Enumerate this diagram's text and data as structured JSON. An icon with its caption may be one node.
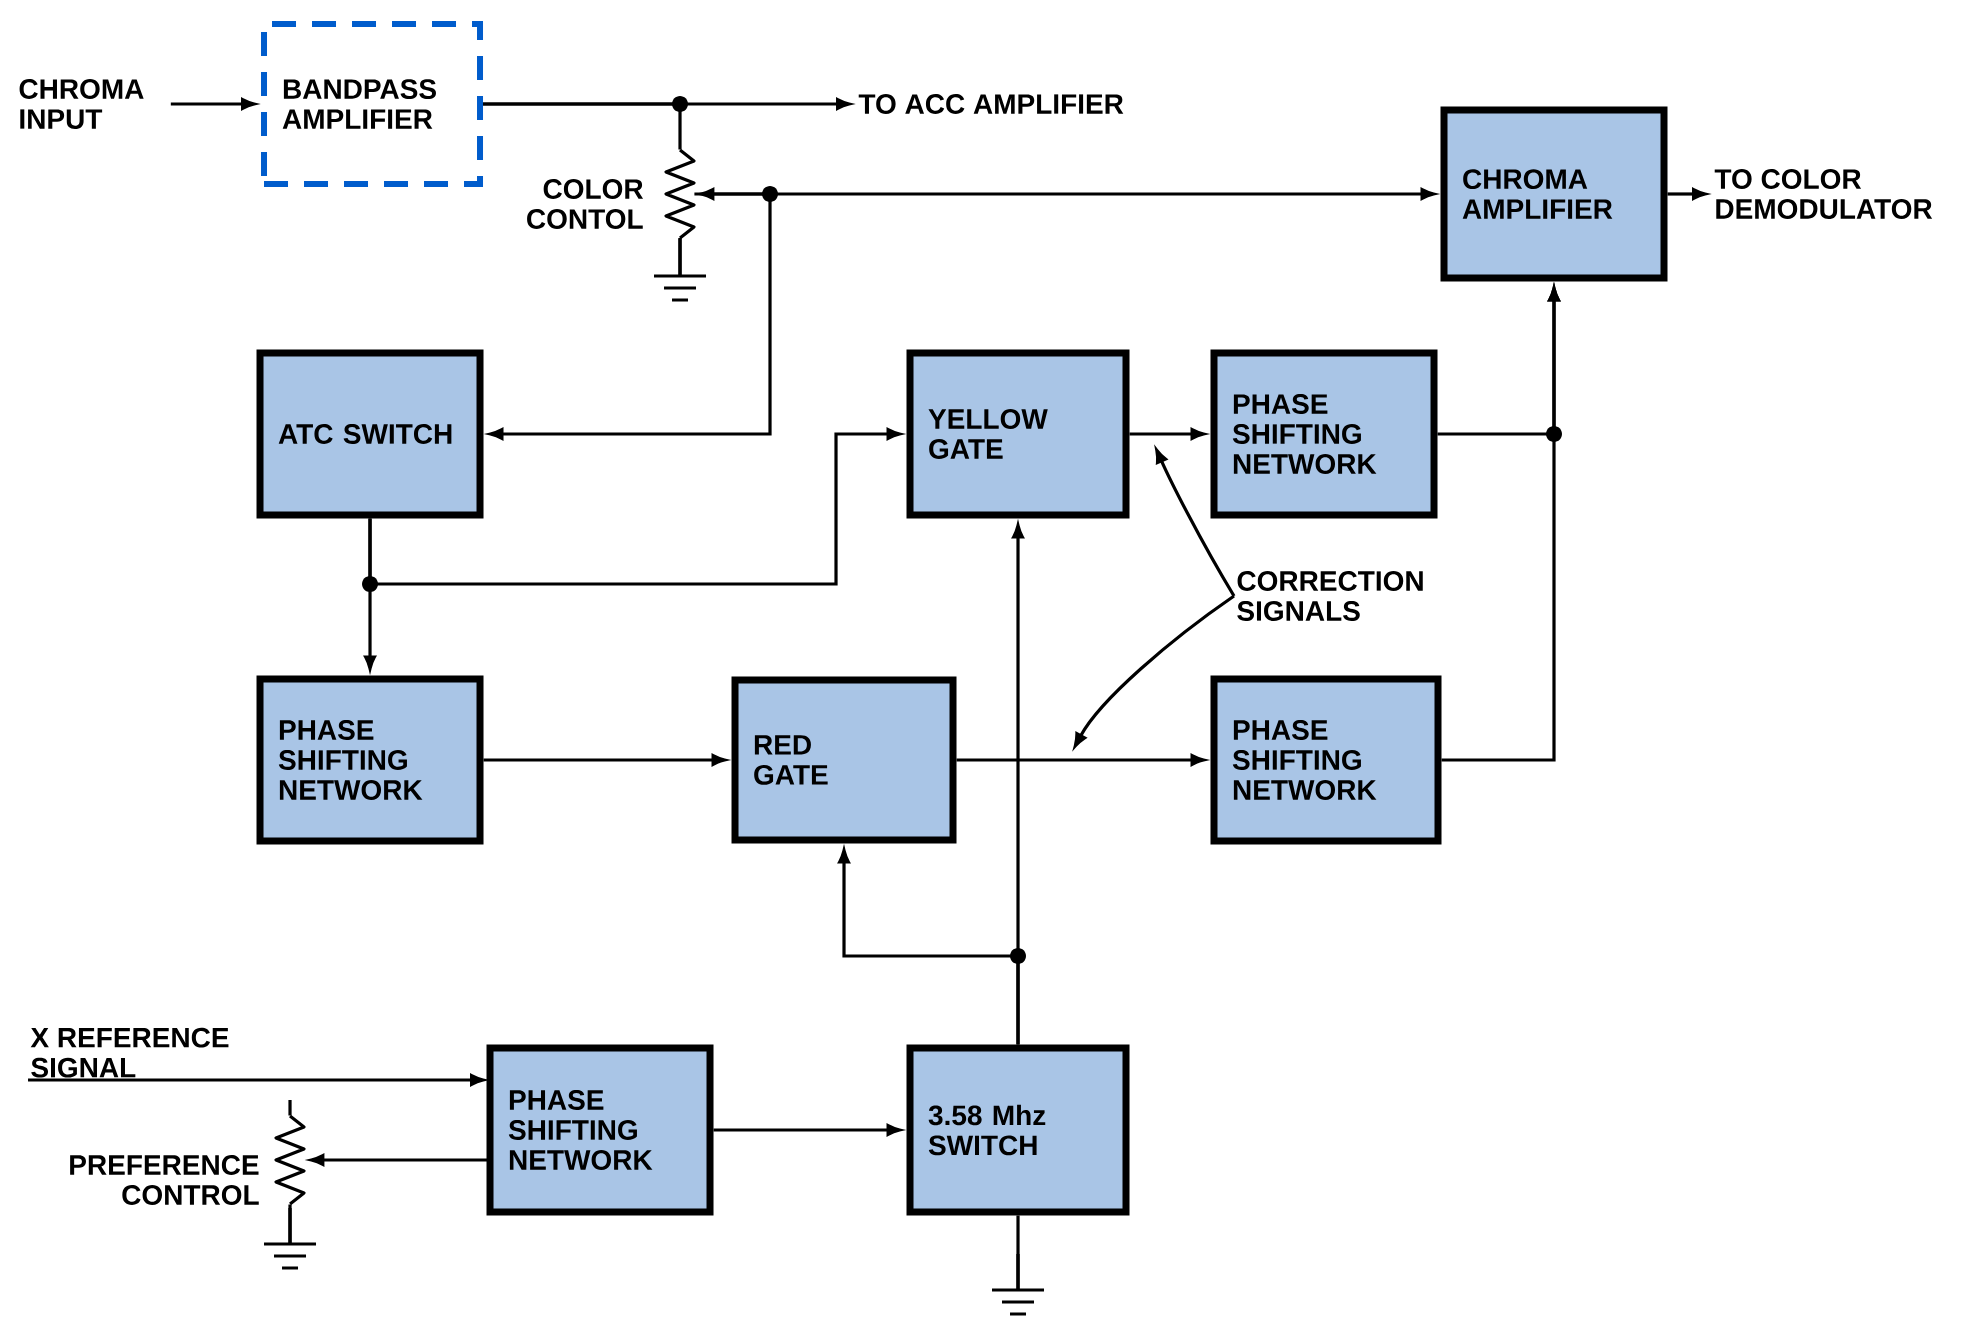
{
  "diagram": {
    "nodes": [
      {
        "text": [
          "CHROMA INPUT"
        ]
      },
      {
        "text": [
          "BANDPASS AMPLIFIER"
        ]
      },
      {
        "text": [
          "TO ACC AMPLIFIER"
        ]
      },
      {
        "text": [],
        "shape": "resistor",
        "beside": [
          "COLOR CONTOL"
        ]
      },
      {
        "text": [
          "CHROMA AMPLIFIER"
        ]
      },
      {
        "text": [
          "TO COLOR DEMODULATOR"
        ]
      },
      {
        "text": [
          "ATC SWITCH"
        ]
      },
      {
        "text": [
          "YELLOW GATE"
        ]
      },
      {
        "text": [
          "PHASE SHIFTING NETWORK"
        ]
      },
      {
        "text": [
          "PHASE SHIFTING NETWORK"
        ]
      },
      {
        "text": [
          "RED GATE"
        ]
      },
      {
        "text": [
          "PHASE SHIFTING NETWORK"
        ]
      },
      {
        "text": [
          "X REFERENCE SIGNAL"
        ]
      },
      {
        "text": [
          "PHASE SHIFTING NETWORK"
        ]
      },
      {
        "text": [],
        "shape": "resistor",
        "beside": [
          "PREFERENCE CONTROL"
        ]
      },
      {
        "text": [
          "3.58 Mhz SWITCH"
        ]
      },
      {
        "text": [
          "CORRECTION SIGNALS"
        ]
      }
    ],
    "edges": [
      {
        "from": 0,
        "to": 1,
        "arrow": "to"
      },
      {
        "from": 1,
        "to": 2,
        "arrow": "to"
      },
      {
        "from": 1,
        "to": 3,
        "arrow": "none"
      },
      {
        "from": 3,
        "to": 4,
        "arrow": "both"
      },
      {
        "from": 3,
        "to": 6,
        "arrow": "to"
      },
      {
        "from": 4,
        "to": 5,
        "arrow": "to"
      },
      {
        "from": 6,
        "to": 9,
        "arrow": "to"
      },
      {
        "from": 6,
        "to": 7,
        "arrow": "to"
      },
      {
        "from": 7,
        "to": 8,
        "arrow": "to"
      },
      {
        "from": 8,
        "to": 4,
        "arrow": "to"
      },
      {
        "from": 11,
        "to": 4,
        "arrow": "to"
      },
      {
        "from": 9,
        "to": 10,
        "arrow": "to"
      },
      {
        "from": 10,
        "to": 11,
        "arrow": "to"
      },
      {
        "from": 15,
        "to": 7,
        "arrow": "to"
      },
      {
        "from": 15,
        "to": 10,
        "arrow": "to"
      },
      {
        "from": 12,
        "to": 13,
        "arrow": "to"
      },
      {
        "from": 13,
        "to": 14,
        "arrow": "to"
      },
      {
        "from": 13,
        "to": 15,
        "arrow": "to"
      },
      {
        "from": 16,
        "to": null,
        "arrow": "to"
      },
      {
        "from": 16,
        "to": null,
        "arrow": "to"
      }
    ]
  }
}
